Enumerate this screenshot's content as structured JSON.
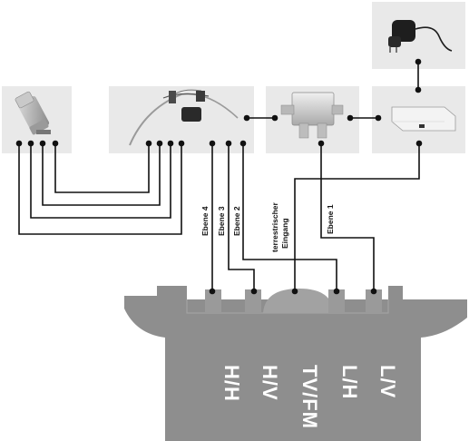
{
  "diagram": {
    "components": [
      {
        "name": "LNB"
      },
      {
        "name": "Multiswitch cable harness"
      },
      {
        "name": "Splitter"
      },
      {
        "name": "Power supply"
      },
      {
        "name": "Power injector"
      }
    ],
    "cable_labels": {
      "ebene4": "Ebene 4",
      "ebene3": "Ebene 3",
      "ebene2": "Ebene 2",
      "terrestrial_line1": "terrestrischer",
      "terrestrial_line2": "Eingang",
      "ebene1": "Ebene 1"
    },
    "switch_ports": {
      "p1": "H/H",
      "p2": "H/V",
      "p3": "TV/FM",
      "p4": "L/H",
      "p5": "L/V"
    },
    "colors": {
      "box_background": "#e9e9e9",
      "switch_body": "#8e8e8e",
      "wire": "#111111",
      "port_text": "#ffffff"
    }
  }
}
